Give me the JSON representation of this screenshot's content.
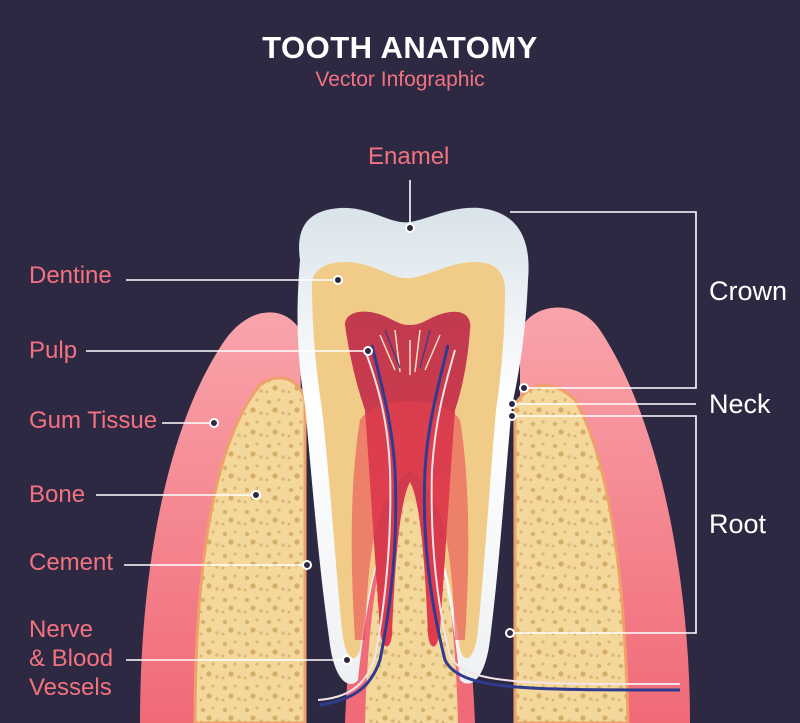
{
  "title": "TOOTH ANATOMY",
  "subtitle": "Vector Infographic",
  "labels": {
    "enamel": "Enamel",
    "dentine": "Dentine",
    "pulp": "Pulp",
    "gum_tissue": "Gum Tissue",
    "bone": "Bone",
    "cement": "Cement",
    "nerve_line1": "Nerve",
    "nerve_line2": "& Blood",
    "nerve_line3": "Vessels",
    "crown": "Crown",
    "neck": "Neck",
    "root": "Root"
  },
  "colors": {
    "background": "#2e2943",
    "label_pink": "#f2727f",
    "label_white": "#ffffff",
    "gum": "#f5818c",
    "bone": "#f3d79b",
    "dentine": "#f1cc89",
    "enamel": "#f3f3f3",
    "pulp": "#b3263d"
  }
}
